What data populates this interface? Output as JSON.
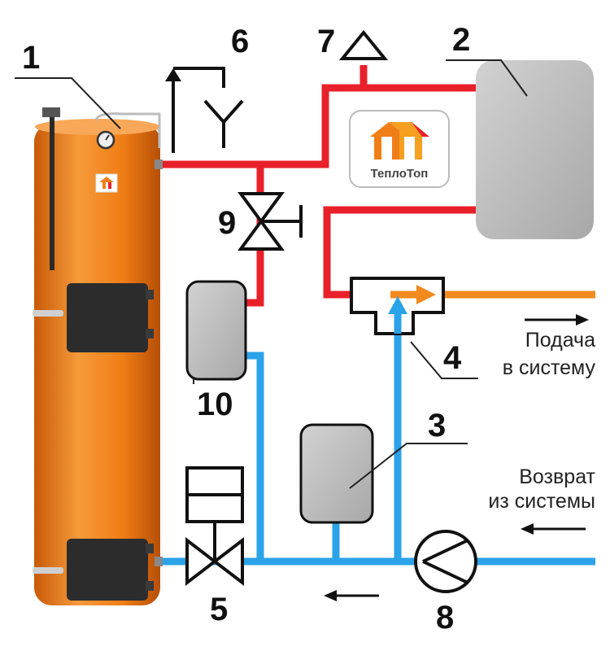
{
  "labels": {
    "boiler": "1",
    "accumulator": "2",
    "tank_3": "3",
    "mixing_valve": "4",
    "drain_valve": "5",
    "chimney": "6",
    "safety_valve": "7",
    "pump": "8",
    "bypass_valve": "9",
    "tank_10": "10"
  },
  "captions": {
    "supply_line1": "Подача",
    "supply_line2": "в систему",
    "return_line1": "Возврат",
    "return_line2": "из системы"
  },
  "logo": {
    "text": "ТеплоТоп"
  },
  "icons": {
    "boiler_thermometer": "thermometer-gauge-icon",
    "boiler_badge": "brand-badge-icon",
    "logo_mark": "roof-houses-icon",
    "supply_arrow": "arrow-right-icon",
    "return_arrow": "arrow-left-icon",
    "flow_arrow": "arrow-left-icon"
  },
  "colors": {
    "hot_pipe": "#e8202a",
    "cold_pipe": "#2ba3e8",
    "supply_pipe": "#f28a1e",
    "boiler_body": "#f07e16",
    "tank_fill": "#b8b8b8",
    "mixer_arrow_hot": "#f28a1e",
    "mixer_arrow_cold": "#2ba3e8"
  }
}
